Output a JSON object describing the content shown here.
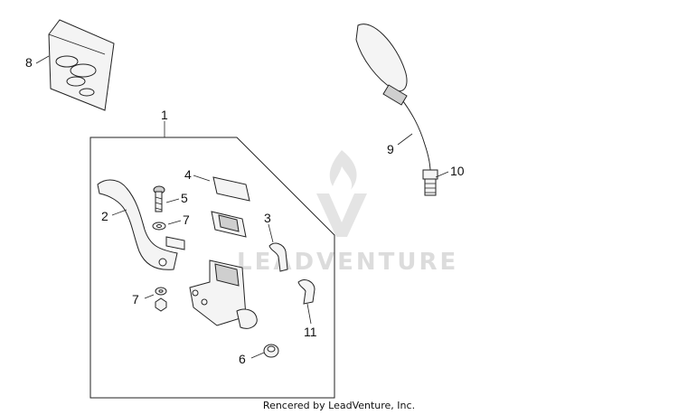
{
  "diagram": {
    "callouts": [
      {
        "id": "1",
        "text": "1"
      },
      {
        "id": "2",
        "text": "2"
      },
      {
        "id": "3",
        "text": "3"
      },
      {
        "id": "4",
        "text": "4"
      },
      {
        "id": "5",
        "text": "5"
      },
      {
        "id": "6",
        "text": "6"
      },
      {
        "id": "7a",
        "text": "7"
      },
      {
        "id": "7b",
        "text": "7"
      },
      {
        "id": "8",
        "text": "8"
      },
      {
        "id": "9",
        "text": "9"
      },
      {
        "id": "10",
        "text": "10"
      },
      {
        "id": "11",
        "text": "11"
      }
    ],
    "watermark": {
      "brand": "LEADVENTURE",
      "logo_icon": "flame-v-logo-icon"
    },
    "footer": "Rencered by LeadVenture, Inc."
  }
}
